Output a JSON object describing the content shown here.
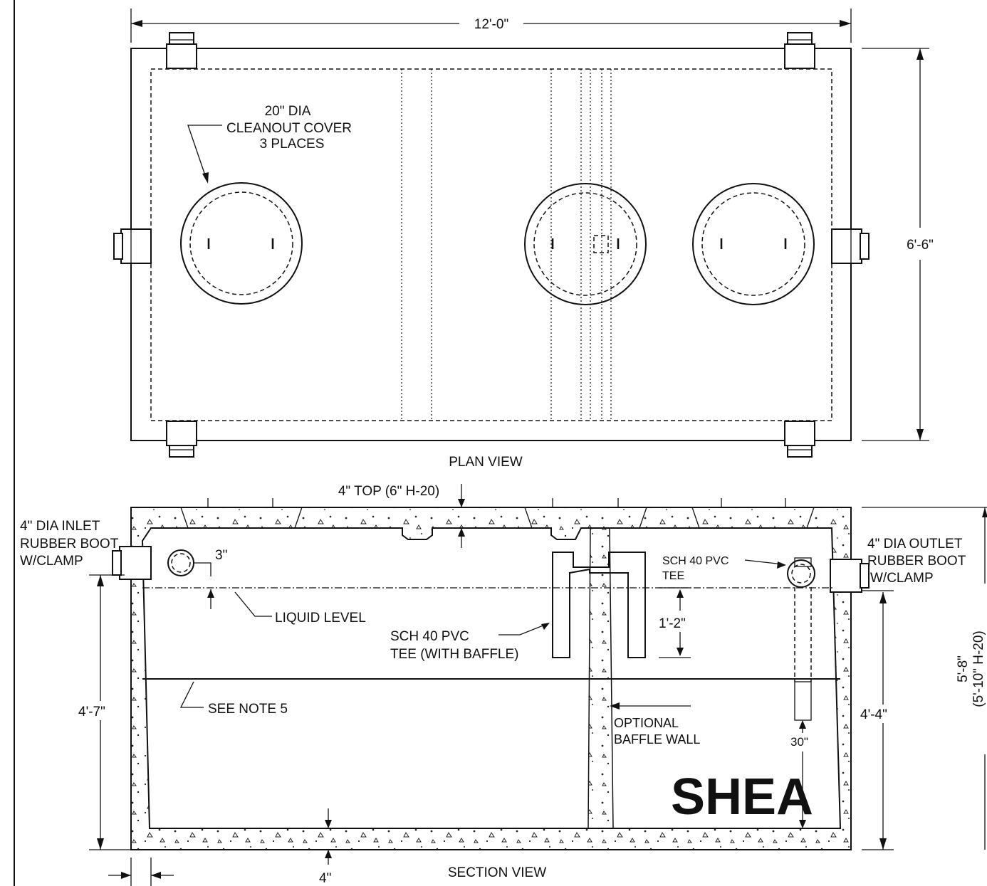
{
  "plan_view": {
    "title": "PLAN VIEW",
    "length_dim": "12'-0\"",
    "width_dim": "6'-6\"",
    "cleanout_note": [
      "20\" DIA",
      "CLEANOUT COVER",
      "3 PLACES"
    ]
  },
  "section_view": {
    "title": "SECTION VIEW",
    "top_thickness": "4\" TOP (6\" H-20)",
    "inlet_label": [
      "4\" DIA INLET",
      "RUBBER BOOT",
      "W/CLAMP"
    ],
    "outlet_label": [
      "4\" DIA OUTLET",
      "RUBBER BOOT",
      "W/CLAMP"
    ],
    "inlet_drop": "3\"",
    "liquid_level": "LIQUID LEVEL",
    "baffle_tee": [
      "SCH 40 PVC",
      "TEE (WITH BAFFLE)"
    ],
    "outlet_tee": [
      "SCH 40 PVC",
      "TEE"
    ],
    "tee_depth": "1'-2\"",
    "see_note": "SEE NOTE 5",
    "optional_wall": [
      "OPTIONAL",
      "BAFFLE WALL"
    ],
    "outlet_pipe_depth": "30\"",
    "inlet_height": "4'-7\"",
    "outlet_height": "4'-4\"",
    "overall_height": "5'-8\"",
    "overall_height_h20": "(5'-10\" H-20)",
    "wall_thickness": "4\""
  },
  "brand": "SHEA"
}
